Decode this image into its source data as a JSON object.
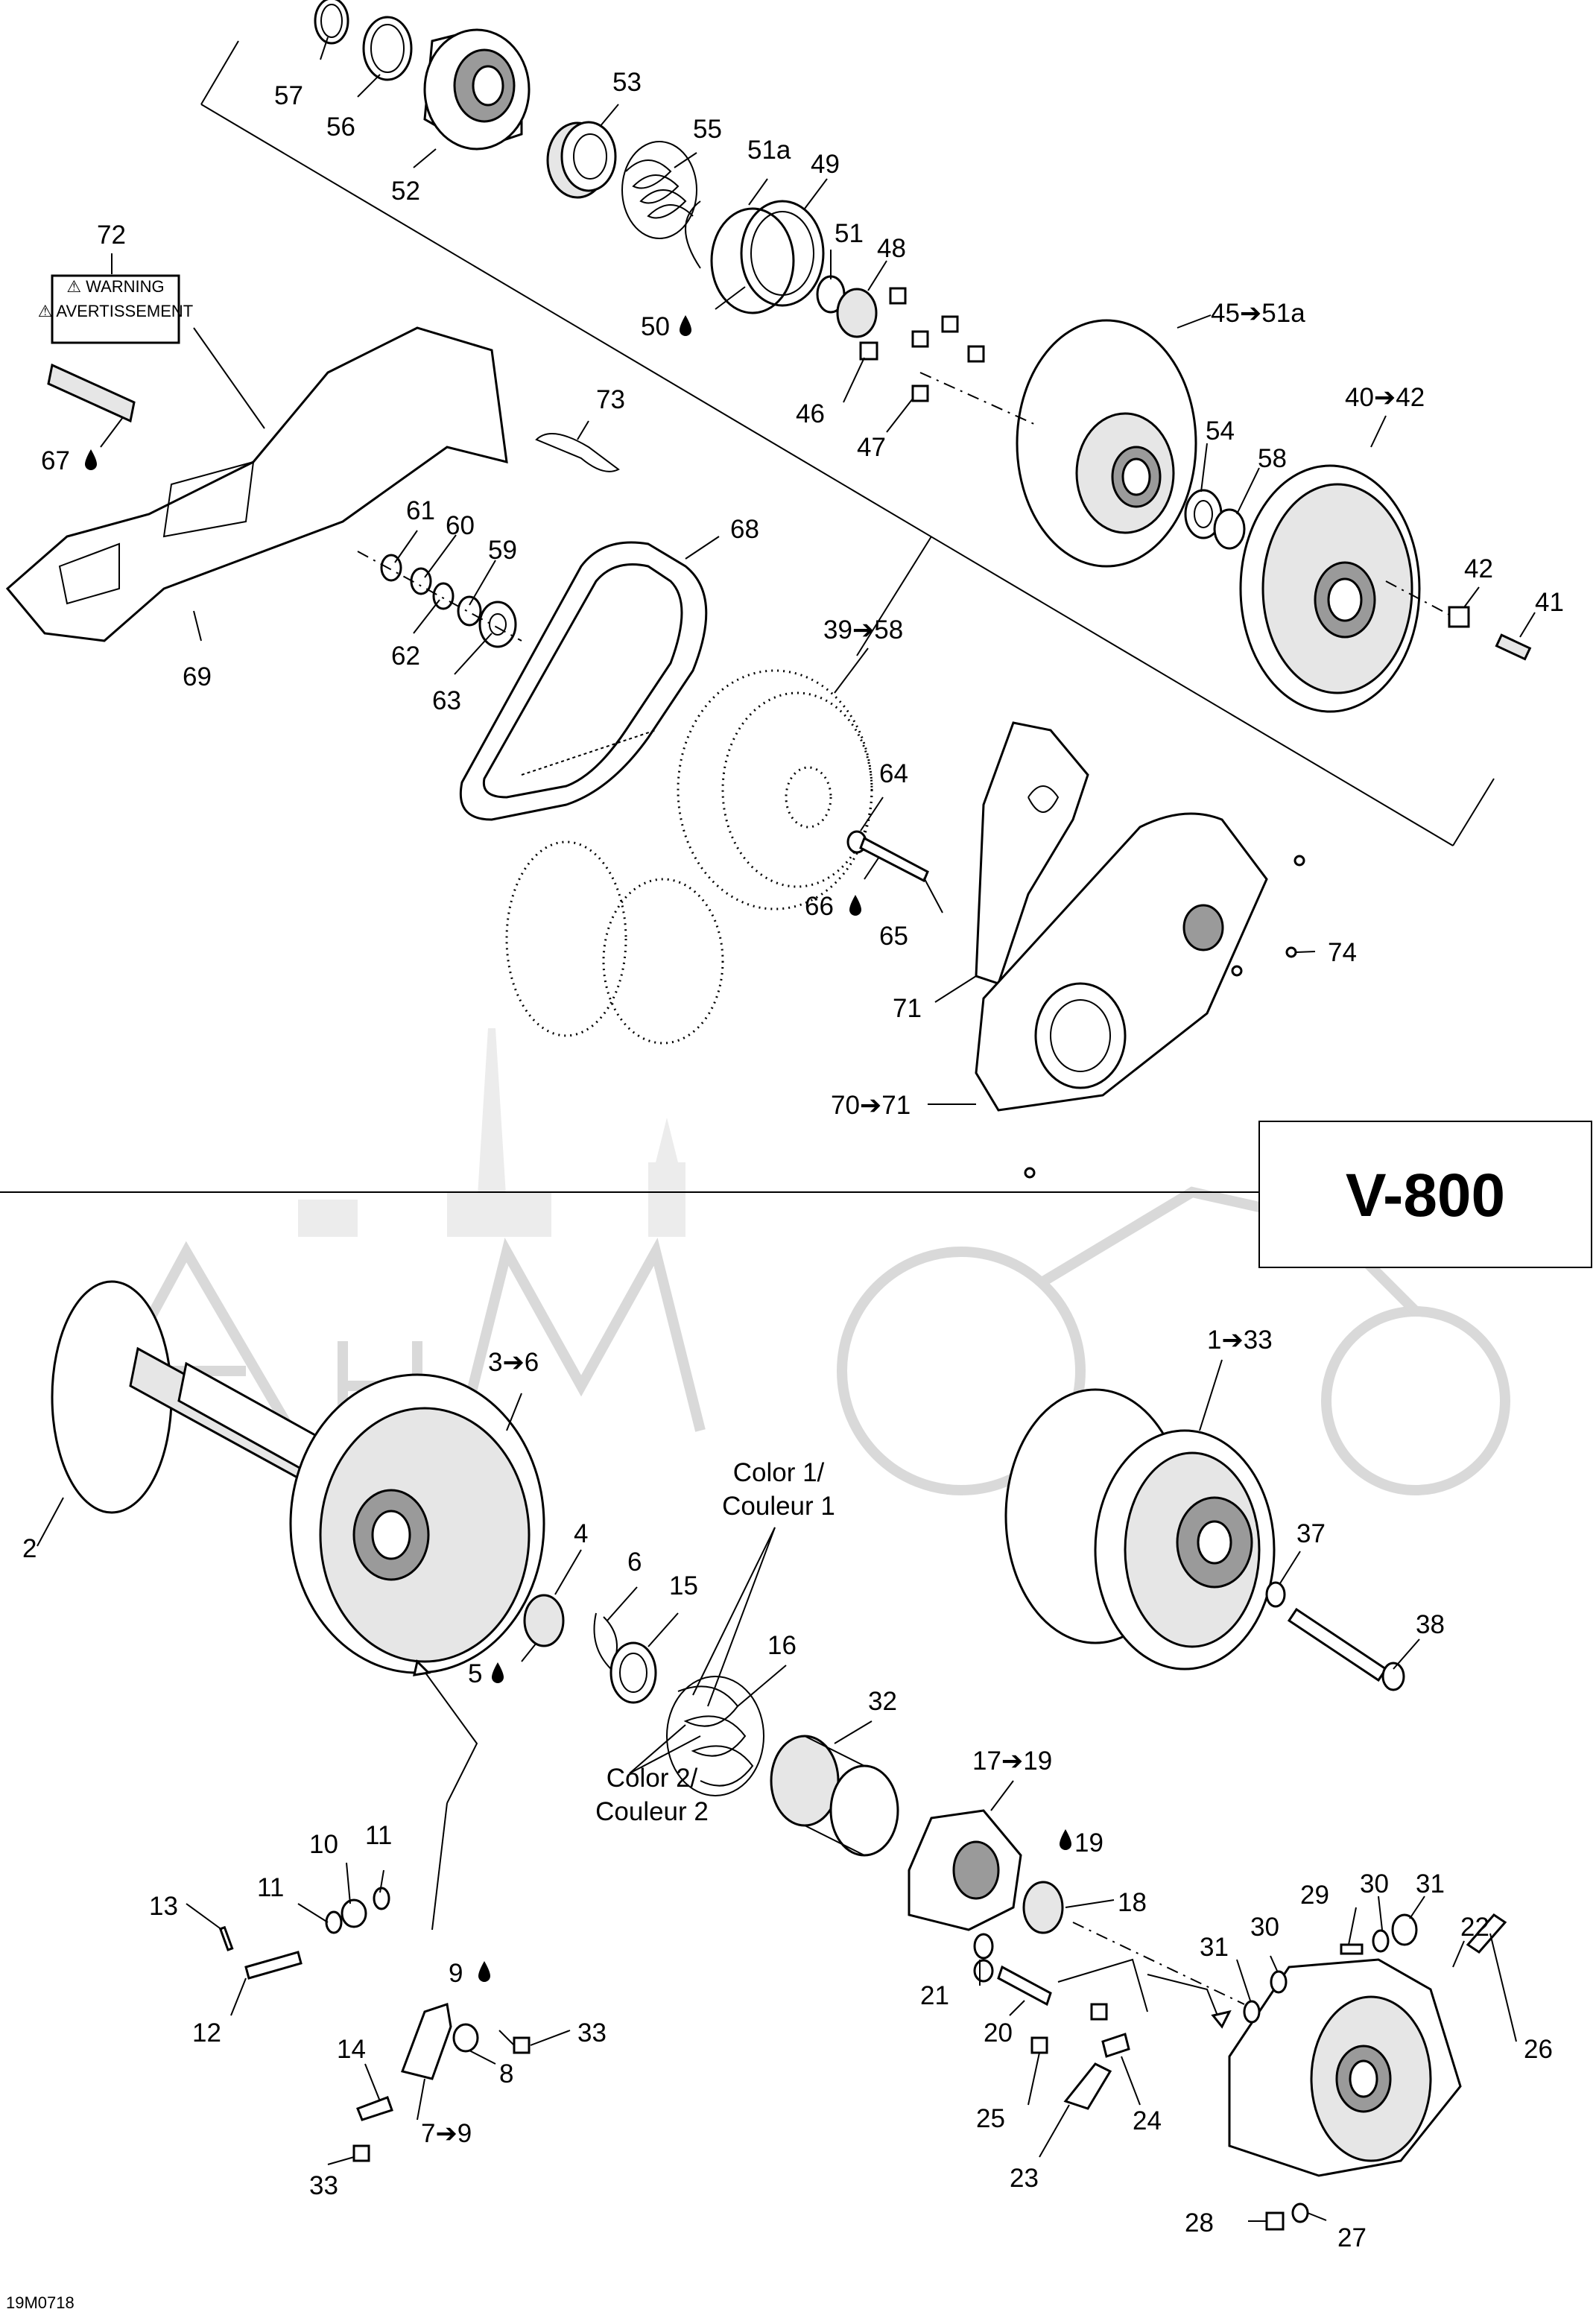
{
  "model_title": "V-800",
  "drawing_code": "19M0718",
  "watermark_text": "AeuMoto",
  "warning_label": {
    "title": "⚠ WARNING",
    "title_fr": "⚠ AVERTISSEMENT"
  },
  "callouts": {
    "c57": "57",
    "c56": "56",
    "c52": "52",
    "c53": "53",
    "c55": "55",
    "c51a": "51a",
    "c49": "49",
    "c51": "51",
    "c48": "48",
    "c50": "50",
    "c45": "45➔51a",
    "c46": "46",
    "c47": "47",
    "c40": "40➔42",
    "c54": "54",
    "c58": "58",
    "c42": "42",
    "c41": "41",
    "c72": "72",
    "c67": "67",
    "c69": "69",
    "c73": "73",
    "c61": "61",
    "c60": "60",
    "c59": "59",
    "c62": "62",
    "c63": "63",
    "c68": "68",
    "c39": "39➔58",
    "c64": "64",
    "c66": "66",
    "c65": "65",
    "c71": "71",
    "c74": "74",
    "c70": "70➔71",
    "c3": "3➔6",
    "c1": "1➔33",
    "c2": "2",
    "c4": "4",
    "c6": "6",
    "c15": "15",
    "c16": "16",
    "c5": "5",
    "c32": "32",
    "c37": "37",
    "c38": "38",
    "c17": "17➔19",
    "c19": "19",
    "c18": "18",
    "c10": "10",
    "c11a": "11",
    "c11b": "11",
    "c13": "13",
    "c12": "12",
    "c9": "9",
    "c33a": "33",
    "c8": "8",
    "c14": "14",
    "c7": "7➔9",
    "c33b": "33",
    "c21": "21",
    "c20": "20",
    "c29": "29",
    "c30a": "30",
    "c31a": "31",
    "c31b": "31",
    "c30b": "30",
    "c22": "22",
    "c25": "25",
    "c24": "24",
    "c23": "23",
    "c26": "26",
    "c28": "28",
    "c27": "27",
    "color1": "Color 1/",
    "couleur1": "Couleur 1",
    "color2": "Color 2/",
    "couleur2": "Couleur 2"
  }
}
